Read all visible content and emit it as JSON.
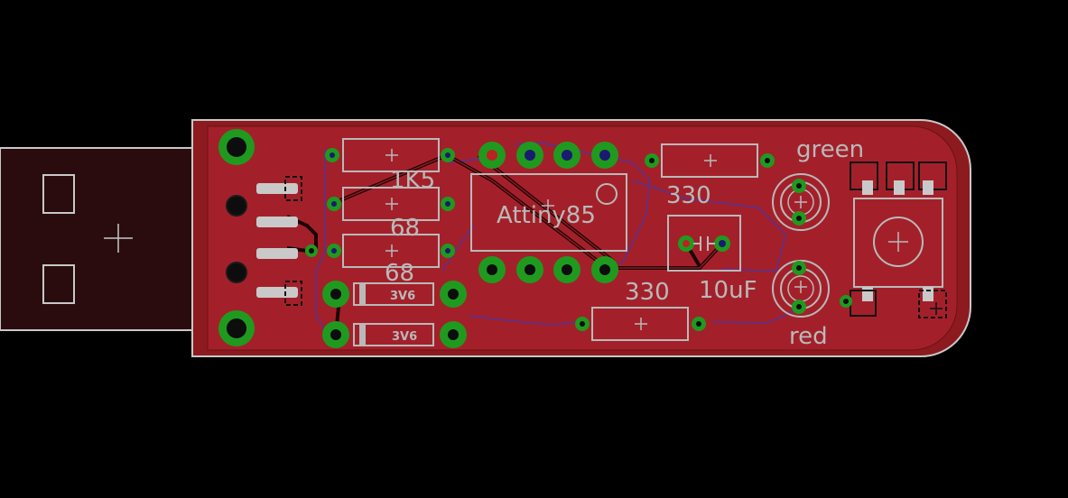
{
  "colors": {
    "background": "#000000",
    "board_fill": "#8c1a1f",
    "board_outline": "#c8c8c8",
    "silkscreen": "#b9b9b9",
    "pad_copper": "#1f9a1f",
    "trace_top": "#7a1418",
    "trace_bottom": "#6a2d7a",
    "via_fill": "#0d0d0d",
    "usb_fill": "#2a0c0e",
    "smd_pad": "#c9c9c9"
  },
  "labels": {
    "r1_value": "1K5",
    "r2_value": "68",
    "r3_value": "68",
    "zener1_value": "3V6",
    "zener2_value": "3V6",
    "ic_name": "Attiny85",
    "r4_value": "330",
    "r5_value": "330",
    "cap_value": "10uF",
    "led_green_label": "green",
    "led_red_label": "red"
  }
}
